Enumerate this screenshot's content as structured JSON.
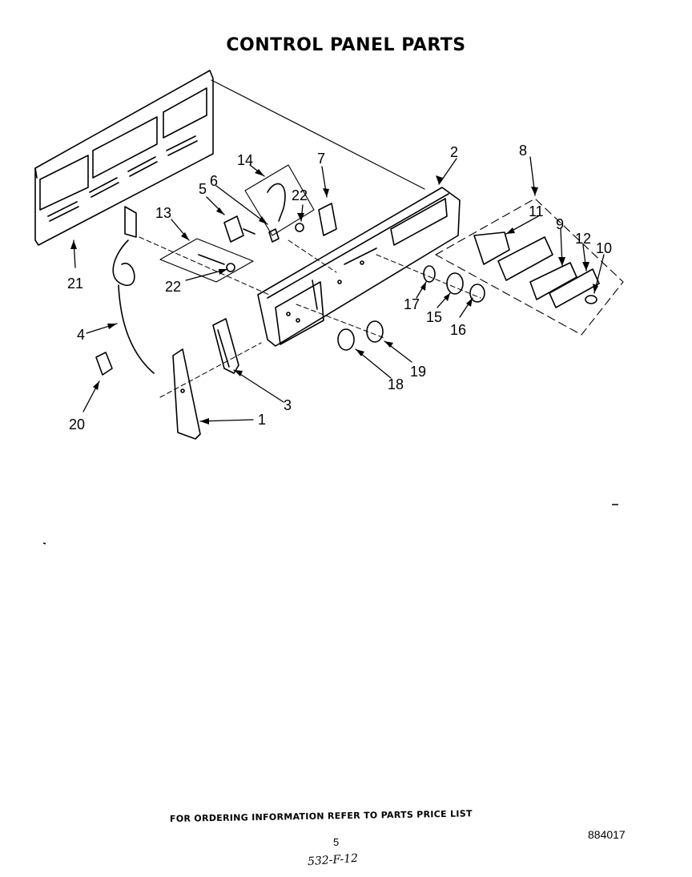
{
  "title": "CONTROL PANEL PARTS",
  "callouts": {
    "c1": "1",
    "c2": "2",
    "c3": "3",
    "c4": "4",
    "c5": "5",
    "c6": "6",
    "c7": "7",
    "c8": "8",
    "c9": "9",
    "c10": "10",
    "c11": "11",
    "c12": "12",
    "c13": "13",
    "c14": "14",
    "c15": "15",
    "c16": "16",
    "c17": "17",
    "c18": "18",
    "c19": "19",
    "c20": "20",
    "c21": "21",
    "c22a": "22",
    "c22b": "22"
  },
  "footer": {
    "ordering_note": "FOR ORDERING INFORMATION REFER TO PARTS PRICE LIST",
    "page_number": "5",
    "document_code": "884017",
    "handwritten_code": "532-F-12"
  }
}
